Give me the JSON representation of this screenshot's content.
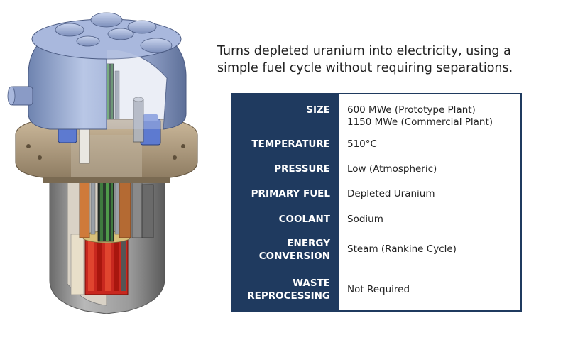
{
  "headline": {
    "line1": "Turns depleted uranium into electricity, using a",
    "line2": "simple fuel cycle without requiring separations."
  },
  "specs": {
    "size_label": "SIZE",
    "size_value_1": "600 MWe (Prototype Plant)",
    "size_value_2": "1150 MWe (Commercial Plant)",
    "temperature_label": "TEMPERATURE",
    "temperature_value": "510°C",
    "pressure_label": "PRESSURE",
    "pressure_value": "Low (Atmospheric)",
    "primary_fuel_label": "PRIMARY FUEL",
    "primary_fuel_value": "Depleted Uranium",
    "coolant_label": "COOLANT",
    "coolant_value": "Sodium",
    "energy_label_1": "ENERGY",
    "energy_label_2": "CONVERSION",
    "energy_value": "Steam (Rankine Cycle)",
    "waste_label_1": "WASTE",
    "waste_label_2": "REPROCESSING",
    "waste_value": "Not Required"
  },
  "colors": {
    "label_background": "#1f3a5f",
    "label_text": "#ffffff",
    "value_text": "#222222"
  }
}
